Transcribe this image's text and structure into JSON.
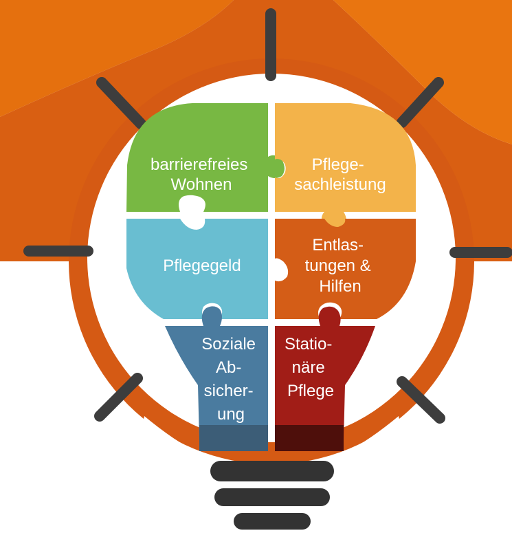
{
  "pieces": [
    {
      "id": "barrierefreies-wohnen",
      "lines": [
        "barrierefreies",
        "Wohnen"
      ],
      "color": "#78b843"
    },
    {
      "id": "pflegesachleistung",
      "lines": [
        "Pflege-",
        "sachleistung"
      ],
      "color": "#f3b34a"
    },
    {
      "id": "pflegegeld",
      "lines": [
        "Pflegegeld"
      ],
      "color": "#69bed1"
    },
    {
      "id": "entlastungen-hilfen",
      "lines": [
        "Entlas-",
        "tungen &",
        "Hilfen"
      ],
      "color": "#d45d17"
    },
    {
      "id": "soziale-absicherung",
      "lines": [
        "Soziale",
        "Ab-",
        "sicher-",
        "ung"
      ],
      "color": "#4a7b9f"
    },
    {
      "id": "stationaere-pflege",
      "lines": [
        "Statio-",
        "näre",
        "Pflege"
      ],
      "color": "#a11d17"
    }
  ],
  "colors": {
    "background_orange": "#e06a12",
    "ring_orange": "#d55a14",
    "rays": "#3d3d3d",
    "socket": "#333333"
  }
}
